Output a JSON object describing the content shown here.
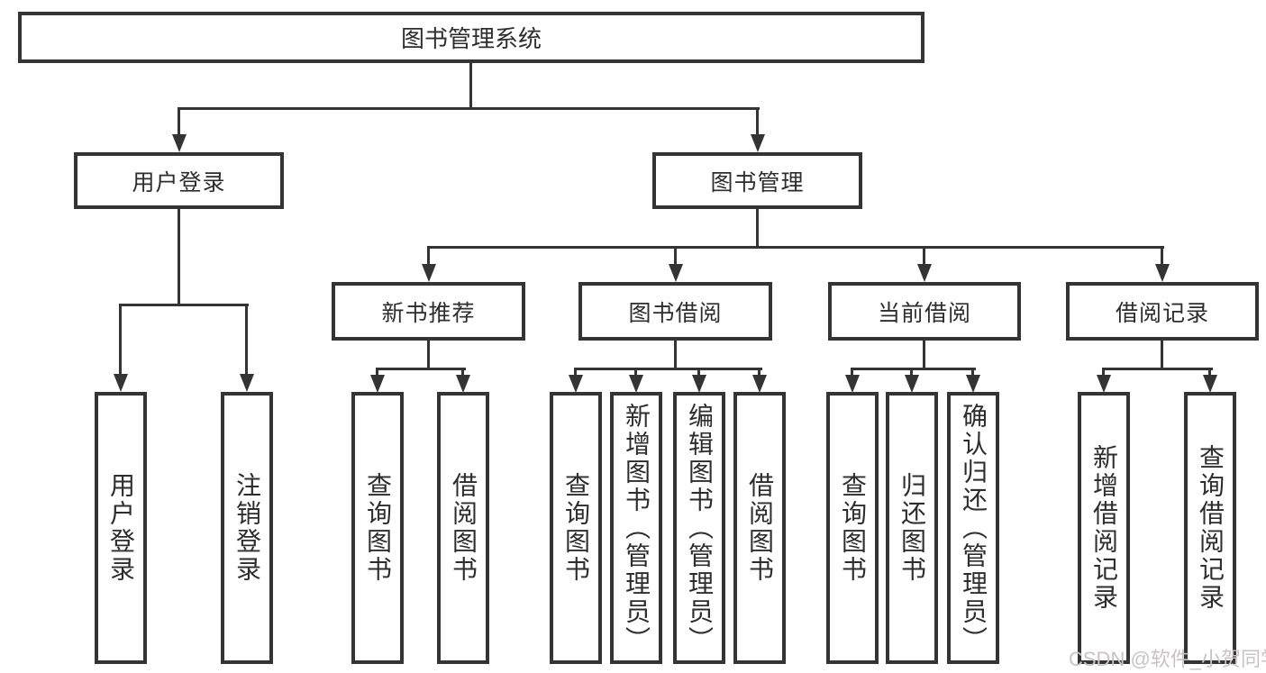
{
  "tree": {
    "root": "图书管理系统",
    "children": [
      {
        "label": "用户登录",
        "children": [
          {
            "label": "用户登录"
          },
          {
            "label": "注销登录"
          }
        ]
      },
      {
        "label": "图书管理",
        "children": [
          {
            "label": "新书推荐",
            "children": [
              {
                "label": "查询图书"
              },
              {
                "label": "借阅图书"
              }
            ]
          },
          {
            "label": "图书借阅",
            "children": [
              {
                "label": "查询图书"
              },
              {
                "label": "新增图书（管理员）"
              },
              {
                "label": "编辑图书（管理员）"
              },
              {
                "label": "借阅图书"
              }
            ]
          },
          {
            "label": "当前借阅",
            "children": [
              {
                "label": "查询图书"
              },
              {
                "label": "归还图书"
              },
              {
                "label": "确认归还（管理员）"
              }
            ]
          },
          {
            "label": "借阅记录",
            "children": [
              {
                "label": "新增借阅记录"
              },
              {
                "label": "查询借阅记录"
              }
            ]
          }
        ]
      }
    ]
  },
  "watermark": {
    "text": "CSDN @软件_小贺同学"
  },
  "colors": {
    "line": "#343434",
    "text": "#2d2d2d",
    "watermark": "#c7c3c3",
    "background": "#ffffff"
  }
}
